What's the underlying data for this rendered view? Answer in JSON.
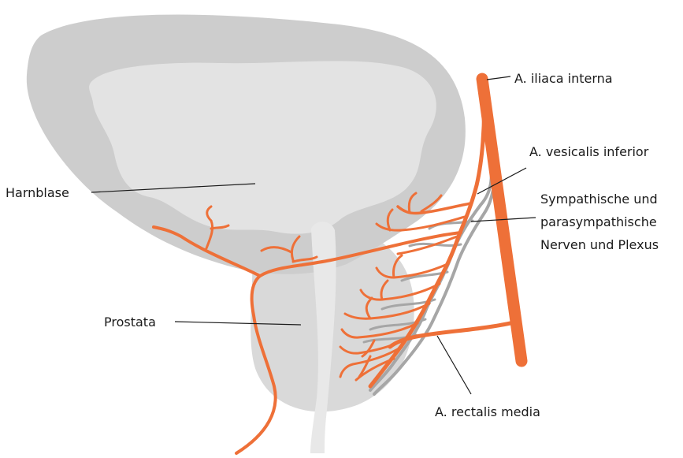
{
  "labels": {
    "iliaca": "A. iliaca interna",
    "vesicalis": "A. vesicalis inferior",
    "nerves_line1": "Sympathische und",
    "nerves_line2": "parasympathische",
    "nerves_line3": "Nerven und Plexus",
    "harnblase": "Harnblase",
    "prostata": "Prostata",
    "rectalis": "A. rectalis media"
  },
  "colors": {
    "artery": "#ee7038",
    "nerve": "#a6a6a6",
    "bladder_outer": "#cdcdcd",
    "bladder_inner": "#e3e3e3",
    "prostate": "#d9d9d9",
    "urethra": "#e8e8e8"
  }
}
